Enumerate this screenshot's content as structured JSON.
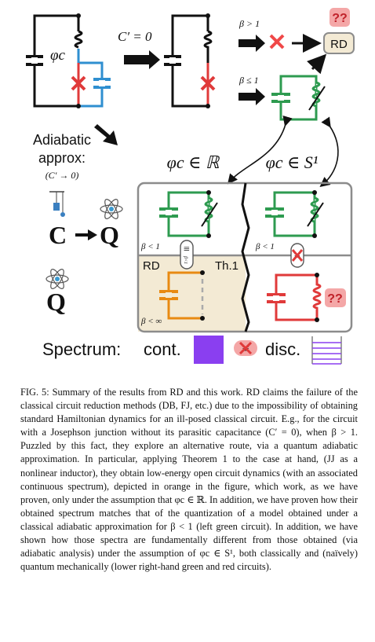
{
  "figure": {
    "top_condition": "C′ = 0",
    "beta_gt": "β > 1",
    "beta_le": "β ≤ 1",
    "rd_box": "RD",
    "unknown": "??",
    "phi_c": "φc",
    "adiabatic_title_1": "Adiabatic",
    "adiabatic_title_2": "approx:",
    "adiabatic_limit": "(C′ → 0)",
    "c_letter": "C",
    "q_letter": "Q",
    "phi_real": "φc ∈ ℝ",
    "phi_circle": "φc ∈ S¹",
    "beta_lt_1": "β < 1",
    "beta_lt_inf": "β < ∞",
    "rd_label": "RD",
    "th_label": "Th.1",
    "equal_sign": "≡",
    "eq_sub": "β<1",
    "spectrum_label": "Spectrum:",
    "cont_label": "cont.",
    "disc_label": "disc.",
    "colors": {
      "green": "#2e9b50",
      "red": "#e03a3a",
      "blue": "#2f8fd0",
      "orange": "#e88a12",
      "purple": "#8a3ff0",
      "pink": "#f4a7a7",
      "rd_fill": "#f3ead4",
      "box_border": "#8c8c8c"
    }
  },
  "caption": {
    "text": "FIG. 5: Summary of the results from RD and this work. RD claims the failure of the classical circuit reduction methods (DB, FJ, etc.) due to the impossibility of obtaining standard Hamiltonian dynamics for an ill-posed classical circuit. E.g., for the circuit with a Josephson junction without its parasitic capacitance (C′ = 0), when β > 1. Puzzled by this fact, they explore an alternative route, via a quantum adiabatic approximation. In particular, applying Theorem 1 to the case at hand, (JJ as a nonlinear inductor), they obtain low-energy open circuit dynamics (with an associated continuous spectrum), depicted in orange in the figure, which work, as we have proven, only under the assumption that φc ∈ ℝ. In addition, we have proven how their obtained spectrum matches that of the quantization of a model obtained under a classical adiabatic approximation for β < 1 (left green circuit). In addition, we have shown how those spectra are fundamentally different from those obtained (via adiabatic analysis) under the assumption of φc ∈ S¹, both classically and (naïvely) quantum mechanically (lower right-hand green and red circuits)."
  }
}
